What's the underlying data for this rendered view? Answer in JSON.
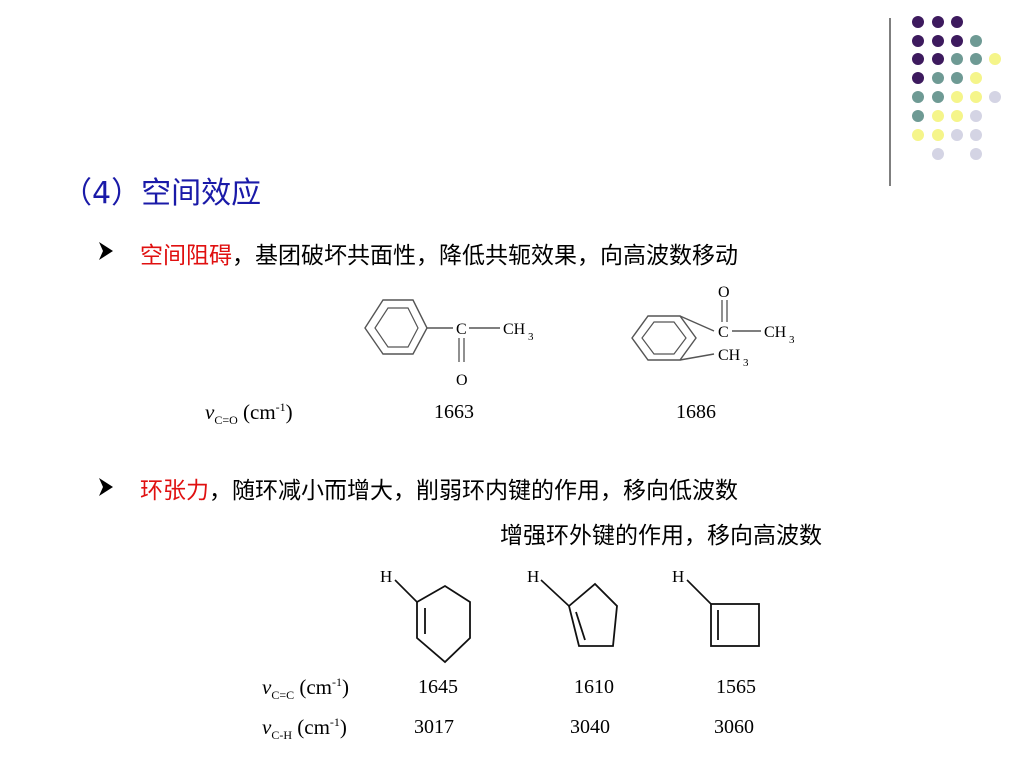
{
  "slide": {
    "title": "（4）空间效应",
    "bullet1": {
      "highlight": "空间阻碍",
      "text": "，基团破坏共面性，降低共轭效果，向高波数移动"
    },
    "bullet2": {
      "highlight": "环张力",
      "text": "，随环减小而增大，削弱环内键的作用，移向低波数",
      "line2": "增强环外键的作用，移向高波数"
    },
    "table1": {
      "label_prefix": "v",
      "label_sub": "C=O",
      "label_unit_pre": " (cm",
      "label_sup": "-1",
      "label_unit_post": ")",
      "values": [
        "1663",
        "1686"
      ]
    },
    "table2": {
      "row_cc": {
        "label_prefix": "v",
        "label_sub": "C=C",
        "label_unit_pre": " (cm",
        "label_sup": "-1",
        "label_unit_post": ")",
        "values": [
          "1645",
          "1610",
          "1565"
        ]
      },
      "row_ch": {
        "label_prefix": "v",
        "label_sub": "C-H",
        "label_unit_pre": " (cm",
        "label_sup": "-1",
        "label_unit_post": ")",
        "values": [
          "3017",
          "3040",
          "3060"
        ]
      }
    },
    "chem": {
      "c": "C",
      "o": "O",
      "ch3": "CH",
      "three": "3",
      "h": "H"
    },
    "colors": {
      "title": "#1a1aa8",
      "highlight": "#e01010",
      "dot_purple": "#3d1a5e",
      "dot_teal": "#6e9a94",
      "dot_yellow": "#f5f58a",
      "dot_lavender": "#d4d4e4"
    }
  }
}
